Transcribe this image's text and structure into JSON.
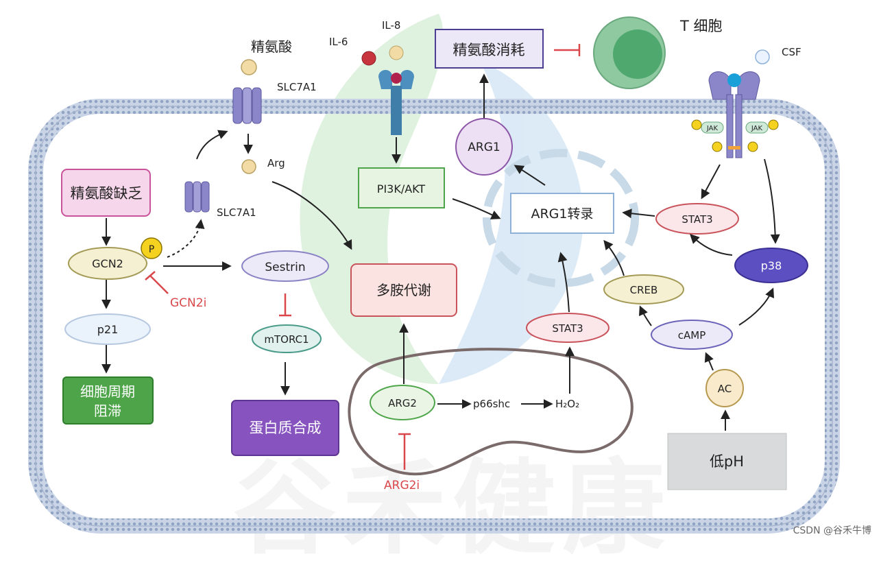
{
  "labels": {
    "arginine_top": "精氨酸",
    "slc7a1_top": "SLC7A1",
    "il6": "IL-6",
    "il8": "IL-8",
    "arg_depletion": "精氨酸消耗",
    "t_cell": "T 细胞",
    "csf": "CSF",
    "jak_left": "JAK",
    "jak_right": "JAK",
    "p_badge": "P",
    "arg_small": "Arg",
    "slc7a1_inner": "SLC7A1",
    "arg_deficiency": "精氨酸缺乏",
    "gcn2": "GCN2",
    "gcn2i": "GCN2i",
    "sestrin": "Sestrin",
    "p21": "p21",
    "mtorc1": "mTORC1",
    "cell_cycle_line1": "细胞周期",
    "cell_cycle_line2": "阻滞",
    "protein_synthesis": "蛋白质合成",
    "pi3k_akt": "PI3K/AKT",
    "polyamine": "多胺代谢",
    "arg1": "ARG1",
    "arg1_transcription": "ARG1转录",
    "stat3_right": "STAT3",
    "p38": "p38",
    "creb": "CREB",
    "stat3_center": "STAT3",
    "camp": "cAMP",
    "ac": "AC",
    "low_ph": "低pH",
    "arg2": "ARG2",
    "p66shc": "p66shc",
    "h2o2": "H₂O₂",
    "arg2i": "ARG2i",
    "watermark": "谷禾健康",
    "credit": "CSDN @谷禾牛博"
  },
  "colors": {
    "membrane": "#8fa3c2",
    "inhibit": "#d9474b",
    "arrow": "#222222",
    "receptor": "#8b86c9",
    "tcell_outer": "#8ec9a0",
    "tcell_inner": "#4fa86e"
  }
}
